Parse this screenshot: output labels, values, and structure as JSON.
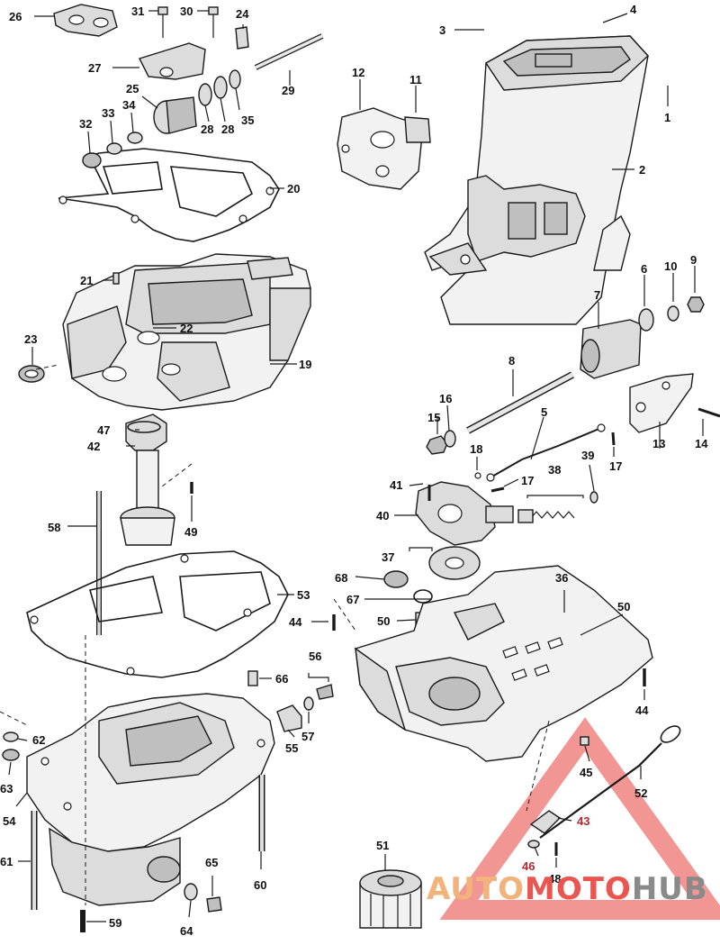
{
  "labels": [
    "1",
    "2",
    "3",
    "4",
    "5",
    "6",
    "7",
    "8",
    "9",
    "10",
    "11",
    "12",
    "13",
    "14",
    "15",
    "16",
    "17",
    "17",
    "18",
    "19",
    "20",
    "21",
    "22",
    "23",
    "24",
    "25",
    "26",
    "27",
    "28",
    "28",
    "29",
    "30",
    "31",
    "32",
    "33",
    "34",
    "35",
    "36",
    "37",
    "38",
    "39",
    "40",
    "41",
    "42",
    "43",
    "44",
    "44",
    "45",
    "46",
    "47",
    "48",
    "49",
    "50",
    "50",
    "51",
    "52",
    "53",
    "54",
    "55",
    "56",
    "57",
    "58",
    "59",
    "60",
    "61",
    "62",
    "63",
    "64",
    "65",
    "66",
    "67",
    "68"
  ],
  "watermark": {
    "text_part1": "AUTO",
    "text_part2": "MOTO",
    "text_part3": "HUB",
    "color1": "#f2b37a",
    "color2": "#e8564f",
    "color3": "#8a8a8a",
    "triangle_color": "#e8403c"
  }
}
